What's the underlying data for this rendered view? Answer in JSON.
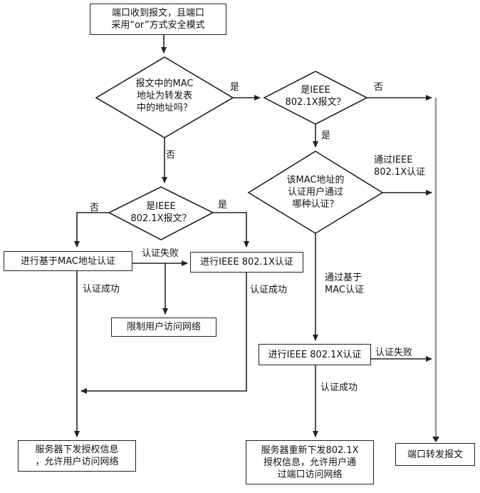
{
  "start": "端口收到报文，且端口\n采用“or”方式安全模式",
  "decision_mac_in_table": "报文中的MAC\n地址为转发表\n中的地址吗？",
  "decision_ieee_right": "是IEEE\n802.1X报文？",
  "decision_ieee_left": "是IEEE\n802.1X报文？",
  "decision_auth_user": "该MAC地址的\n认证用户通过\n哪种认证？",
  "box_mac_auth": "进行基于MAC地址认证",
  "box_8021x_left": "进行IEEE 802.1X认证",
  "box_limit": "限制用户访问网络",
  "box_8021x_right": "进行IEEE 802.1X认证",
  "box_server_left": "服务器下发授权信息\n，允许用户访问网络",
  "box_server_right": "服务器重新下发802.1X\n授权信息，允许用户通\n过端口访问网络",
  "box_forward": "端口转发报文",
  "labels": {
    "yes_top": "是",
    "no_top_right": "否",
    "no_mid": "否",
    "yes_right_dec": "是",
    "no_left_dec": "否",
    "yes_left_dec": "是",
    "auth_fail_left": "认证失败",
    "auth_success_left": "认证成功",
    "auth_success_mid": "认证成功",
    "pass_8021x": "通过IEEE\n802.1X认证",
    "pass_mac": "通过基于\nMAC认证",
    "auth_fail_right": "认证失败",
    "auth_success_right": "认证成功"
  }
}
